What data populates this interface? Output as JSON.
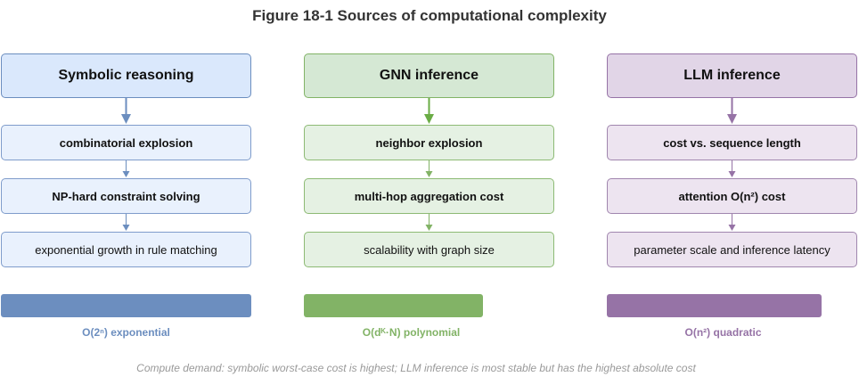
{
  "figure_title": "Figure 18-1 Sources of computational complexity",
  "columns": [
    {
      "header": "Symbolic reasoning",
      "steps": [
        "combinatorial explosion",
        "NP-hard constraint solving",
        "exponential growth in rule matching"
      ],
      "complexity_label": "O(2ⁿ) exponential",
      "color": "#6c8ebf"
    },
    {
      "header": "GNN inference",
      "steps": [
        "neighbor explosion",
        "multi-hop aggregation cost",
        "scalability with graph size"
      ],
      "complexity_label": "O(dᴷ·N) polynomial",
      "color": "#82b366"
    },
    {
      "header": "LLM inference",
      "steps": [
        "cost vs. sequence length",
        "attention O(n²) cost",
        "parameter scale and inference latency"
      ],
      "complexity_label": "O(n²) quadratic",
      "color": "#9673a6"
    }
  ],
  "footnote": "Compute demand: symbolic worst-case cost is highest; LLM inference is most stable but has the highest absolute cost"
}
